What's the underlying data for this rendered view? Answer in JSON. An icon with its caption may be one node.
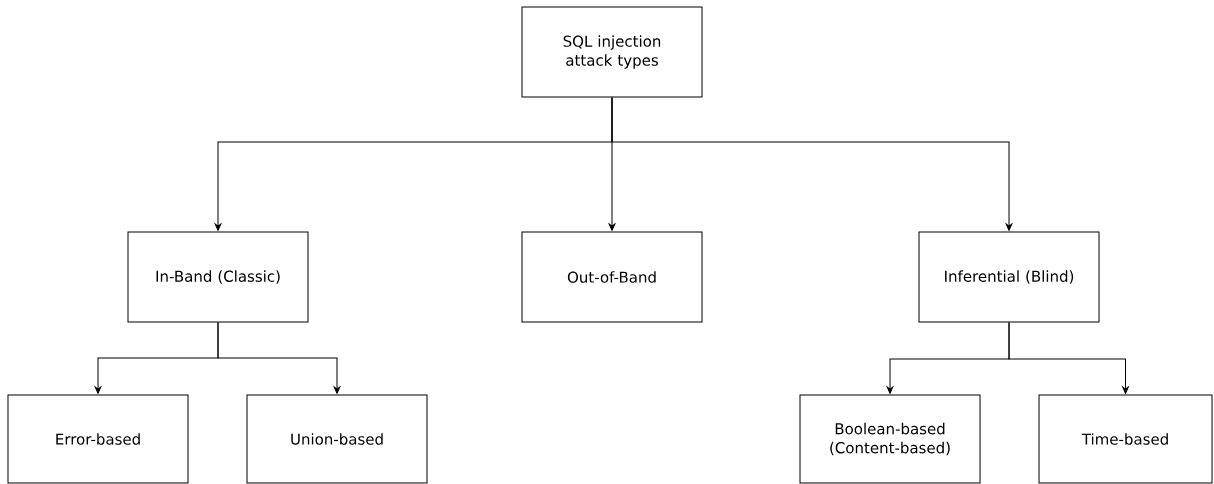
{
  "diagram": {
    "nodes": [
      {
        "text": [
          "SQL injection attack types"
        ]
      },
      {
        "text": [
          "In-Band (Classic)"
        ]
      },
      {
        "text": [
          "Out-of-Band"
        ]
      },
      {
        "text": [
          "Inferential (Blind)"
        ]
      },
      {
        "text": [
          "Error-based"
        ]
      },
      {
        "text": [
          "Union-based"
        ]
      },
      {
        "text": [
          "Boolean-based (Content-based)"
        ]
      },
      {
        "text": [
          "Time-based"
        ]
      }
    ],
    "edges": [
      {
        "from": 0,
        "to": 1,
        "arrow": "to"
      },
      {
        "from": 0,
        "to": 2,
        "arrow": "to"
      },
      {
        "from": 0,
        "to": 3,
        "arrow": "to"
      },
      {
        "from": 1,
        "to": 4,
        "arrow": "to"
      },
      {
        "from": 1,
        "to": 5,
        "arrow": "to"
      },
      {
        "from": 3,
        "to": 6,
        "arrow": "to"
      },
      {
        "from": 3,
        "to": 7,
        "arrow": "to"
      }
    ]
  }
}
